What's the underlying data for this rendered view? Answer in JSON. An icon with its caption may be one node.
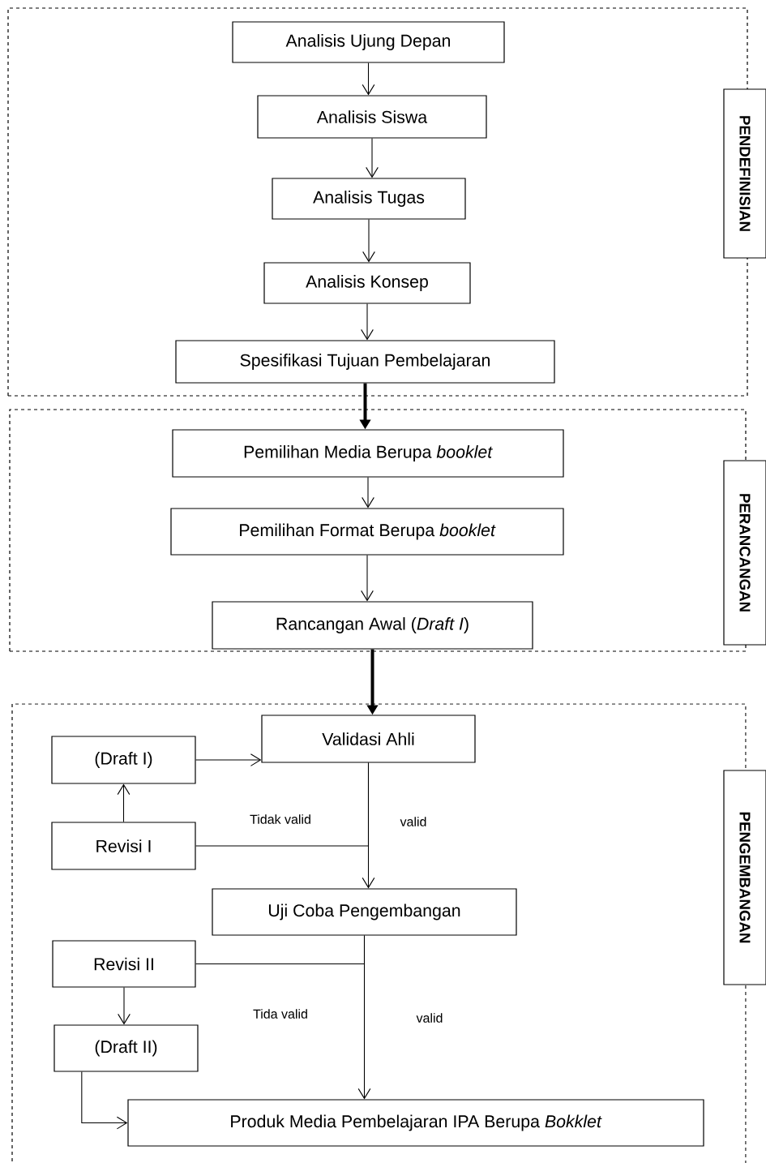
{
  "diagram": {
    "nodes": [
      {
        "text": [],
        "shape": "box"
      },
      {
        "text": [
          "Analisis Ujung Depan"
        ],
        "in": 0
      },
      {
        "text": [
          "Analisis Siswa"
        ],
        "in": 0
      },
      {
        "text": [
          "Analisis Tugas"
        ],
        "in": 0
      },
      {
        "text": [
          "Analisis Konsep"
        ],
        "in": 0
      },
      {
        "text": [
          "Spesifikasi Tujuan Pembelajaran"
        ],
        "in": 0
      },
      {
        "text": [
          "PENDEFINISIAN"
        ]
      },
      {
        "text": [],
        "shape": "box"
      },
      {
        "text": [
          "Pemilihan Media Berupa *booklet*"
        ],
        "in": 7
      },
      {
        "text": [
          "Pemilihan Format Berupa *booklet*"
        ],
        "in": 7
      },
      {
        "text": [
          "Rancangan Awal (*Draft I*)"
        ],
        "in": 7
      },
      {
        "text": [
          "PERANCANGAN"
        ]
      },
      {
        "text": [],
        "shape": "box"
      },
      {
        "text": [
          "Validasi Ahli"
        ],
        "in": 12
      },
      {
        "text": [
          "(Draft I)"
        ],
        "in": 12
      },
      {
        "text": [
          "Revisi I"
        ],
        "in": 12
      },
      {
        "text": [
          "Uji Coba Pengembangan"
        ],
        "in": 12
      },
      {
        "text": [
          "Revisi II"
        ],
        "in": 12
      },
      {
        "text": [
          "(Draft II)"
        ],
        "in": 12
      },
      {
        "text": [
          "Produk Media Pembelajaran IPA Berupa *Bokklet*"
        ],
        "in": 12
      },
      {
        "text": [
          "PENGEMBANGAN"
        ]
      }
    ],
    "edges": [
      {
        "from": 1,
        "to": 2,
        "arrow": "to"
      },
      {
        "from": 2,
        "to": 3,
        "arrow": "to"
      },
      {
        "from": 3,
        "to": 4,
        "arrow": "to"
      },
      {
        "from": 4,
        "to": 5,
        "arrow": "to"
      },
      {
        "from": 5,
        "to": 8,
        "arrow": "to",
        "style": "thick"
      },
      {
        "from": 8,
        "to": 9,
        "arrow": "to"
      },
      {
        "from": 9,
        "to": 10,
        "arrow": "to"
      },
      {
        "from": 10,
        "to": 13,
        "arrow": "to",
        "style": "thick"
      },
      {
        "from": 14,
        "to": 13,
        "arrow": "to"
      },
      {
        "from": 15,
        "to": 14,
        "arrow": "to"
      },
      {
        "from": 13,
        "to": 15,
        "arrow": "none",
        "label": "Tidak valid"
      },
      {
        "from": 13,
        "to": 16,
        "arrow": "to",
        "label": "valid"
      },
      {
        "from": 16,
        "to": 17,
        "arrow": "none",
        "label": "Tida valid"
      },
      {
        "from": 16,
        "to": 19,
        "arrow": "to",
        "label": "valid"
      },
      {
        "from": 17,
        "to": 18,
        "arrow": "to"
      },
      {
        "from": 18,
        "to": 19,
        "arrow": "to"
      }
    ]
  }
}
